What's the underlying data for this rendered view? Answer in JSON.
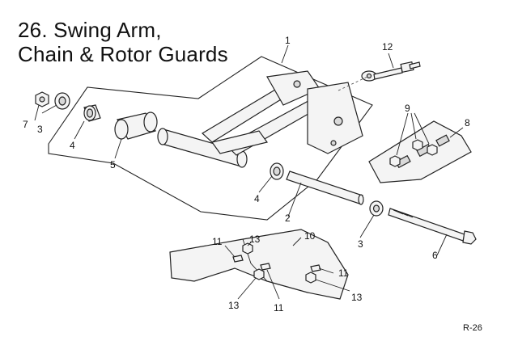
{
  "title": {
    "line1": "26. Swing Arm,",
    "line2": "Chain & Rotor Guards"
  },
  "page_code": "R-26",
  "callouts": {
    "c1": "1",
    "c2": "2",
    "c3a": "3",
    "c3b": "3",
    "c4a": "4",
    "c4b": "4",
    "c5": "5",
    "c6": "6",
    "c7": "7",
    "c8": "8",
    "c9": "9",
    "c10": "10",
    "c11a": "11",
    "c11b": "11",
    "c11c": "11",
    "c12": "12",
    "c13a": "13",
    "c13b": "13",
    "c13c": "13"
  }
}
